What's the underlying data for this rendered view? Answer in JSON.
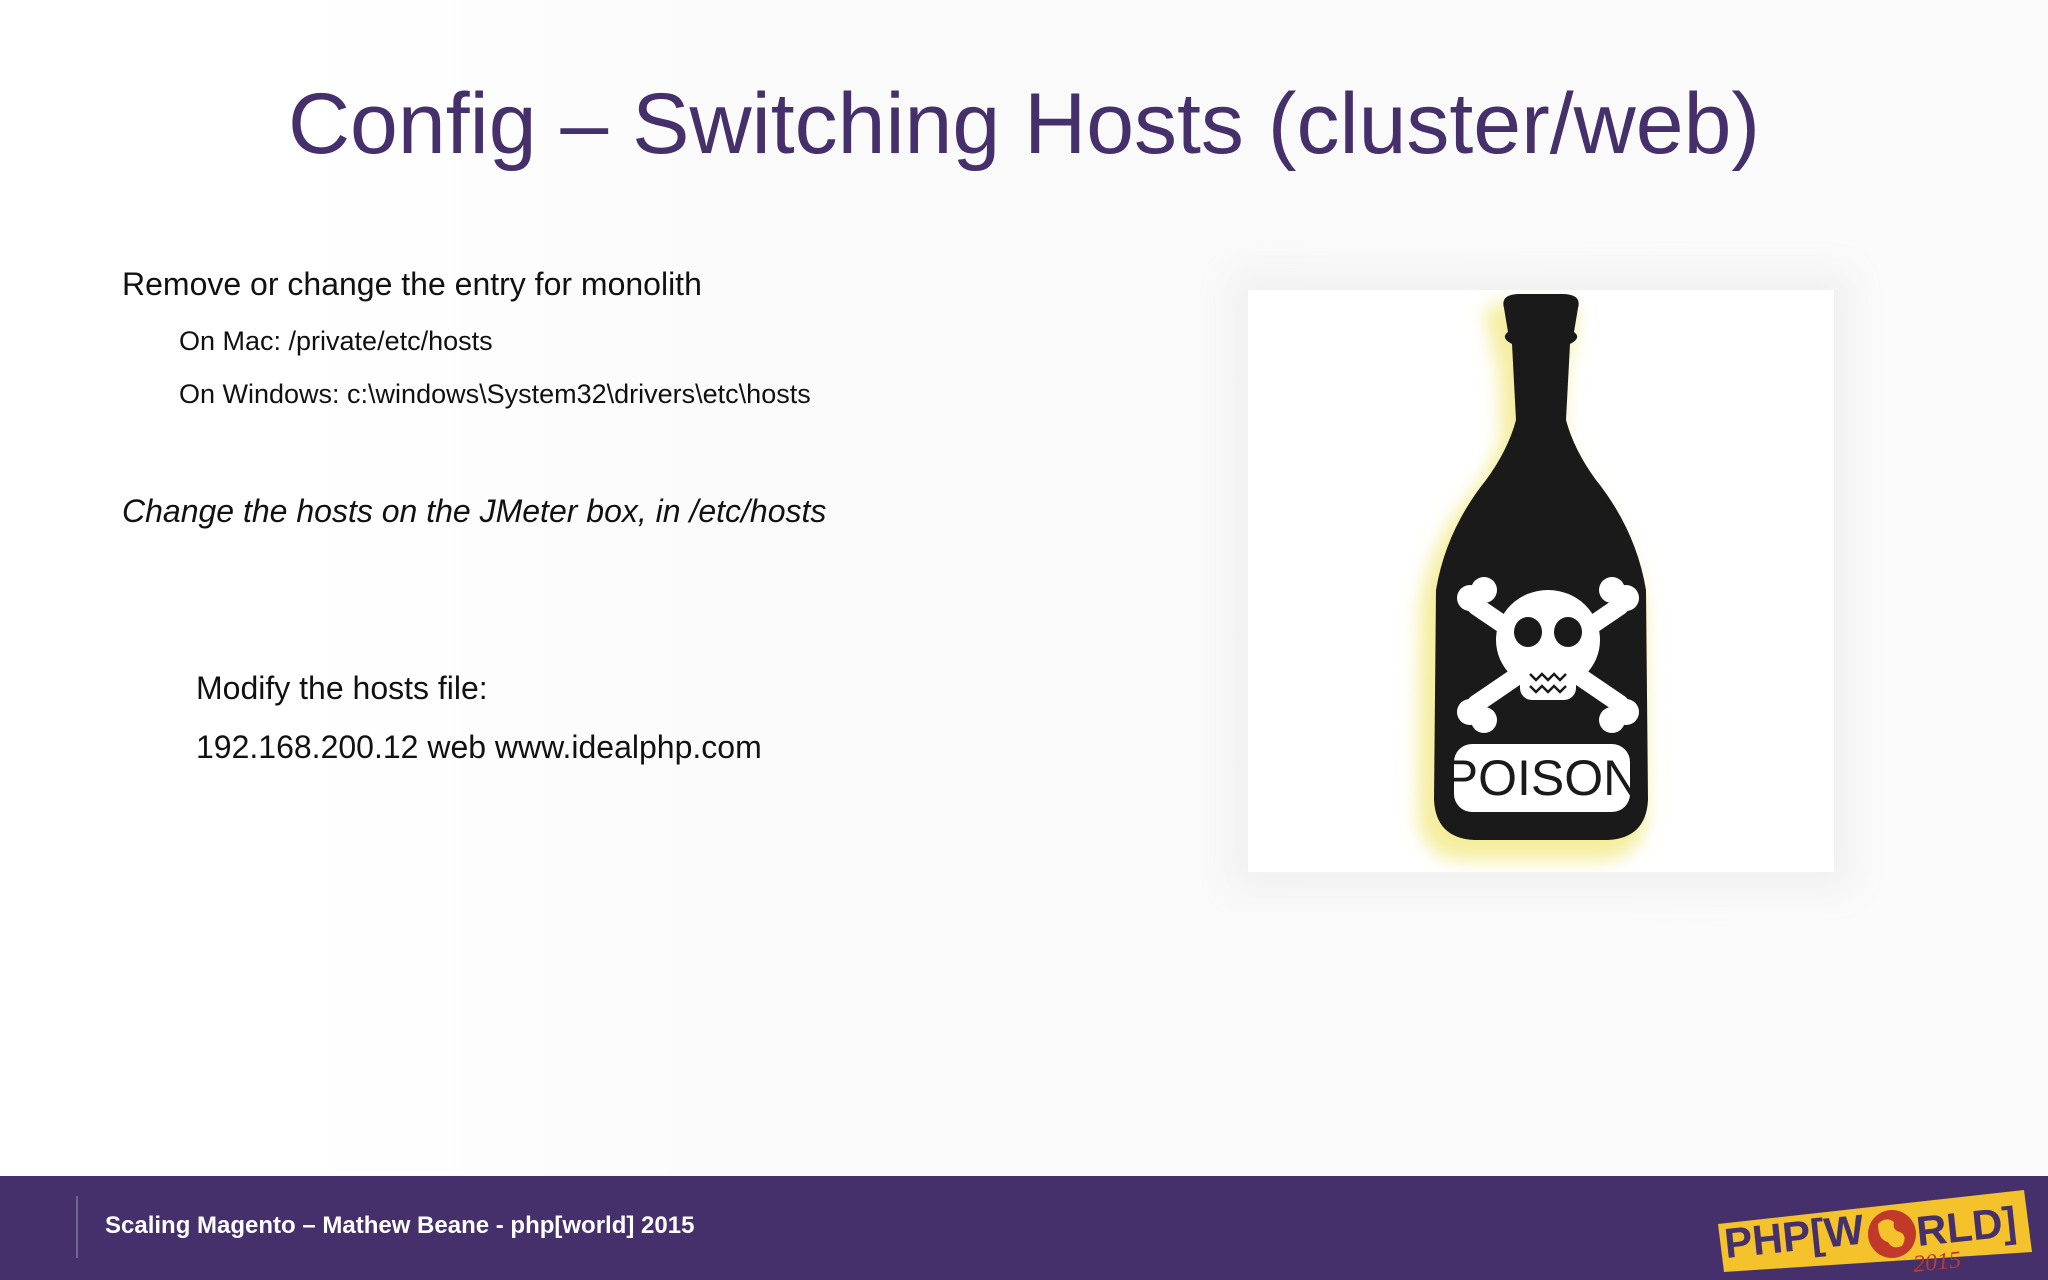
{
  "slide": {
    "title": "Config – Switching Hosts (cluster/web)",
    "lines": {
      "remove_entry": "Remove or change the entry for monolith",
      "mac": "On Mac:   /private/etc/hosts",
      "windows": "On Windows:  c:\\windows\\System32\\drivers\\etc\\hosts",
      "jmeter": "Change the hosts on the JMeter box, in /etc/hosts",
      "modify": "Modify the hosts file:",
      "hosts_entry": "192.168.200.12  web www.idealphp.com"
    },
    "image": {
      "icon": "poison-bottle-icon",
      "label": "POISON"
    }
  },
  "footer": {
    "text": "Scaling Magento – Mathew Beane - php[world] 2015",
    "logo": {
      "icon": "phpworld-logo",
      "left": "PHP[W",
      "right": "RLD]",
      "year": "2015"
    }
  },
  "colors": {
    "title": "#45306b",
    "footer_bg": "#45306b",
    "logo_yellow": "#f4c22b",
    "logo_red": "#c0392b"
  }
}
